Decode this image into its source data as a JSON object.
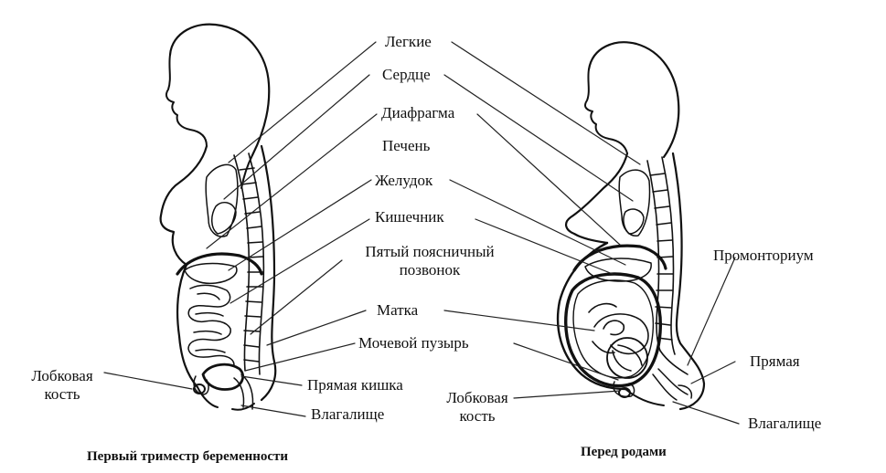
{
  "labels": {
    "lungs": "Легкие",
    "heart": "Сердце",
    "diaphragm": "Диафрагма",
    "liver": "Печень",
    "stomach": "Желудок",
    "intestine": "Кишечник",
    "lumbar_line1": "Пятый поясничный",
    "lumbar_line2": "позвонок",
    "uterus": "Матка",
    "bladder": "Мочевой пузырь",
    "rectum": "Прямая кишка",
    "vagina": "Влагалище",
    "pubic_left_line1": "Лобковая",
    "pubic_left_line2": "кость",
    "pubic_right_line1": "Лобковая",
    "pubic_right_line2": "кость",
    "promontory": "Промонториум",
    "rectum_right": "Прямая",
    "vagina_right": "Влагалище"
  },
  "captions": {
    "left": "Первый триместр беременности",
    "right": "Перед родами"
  }
}
